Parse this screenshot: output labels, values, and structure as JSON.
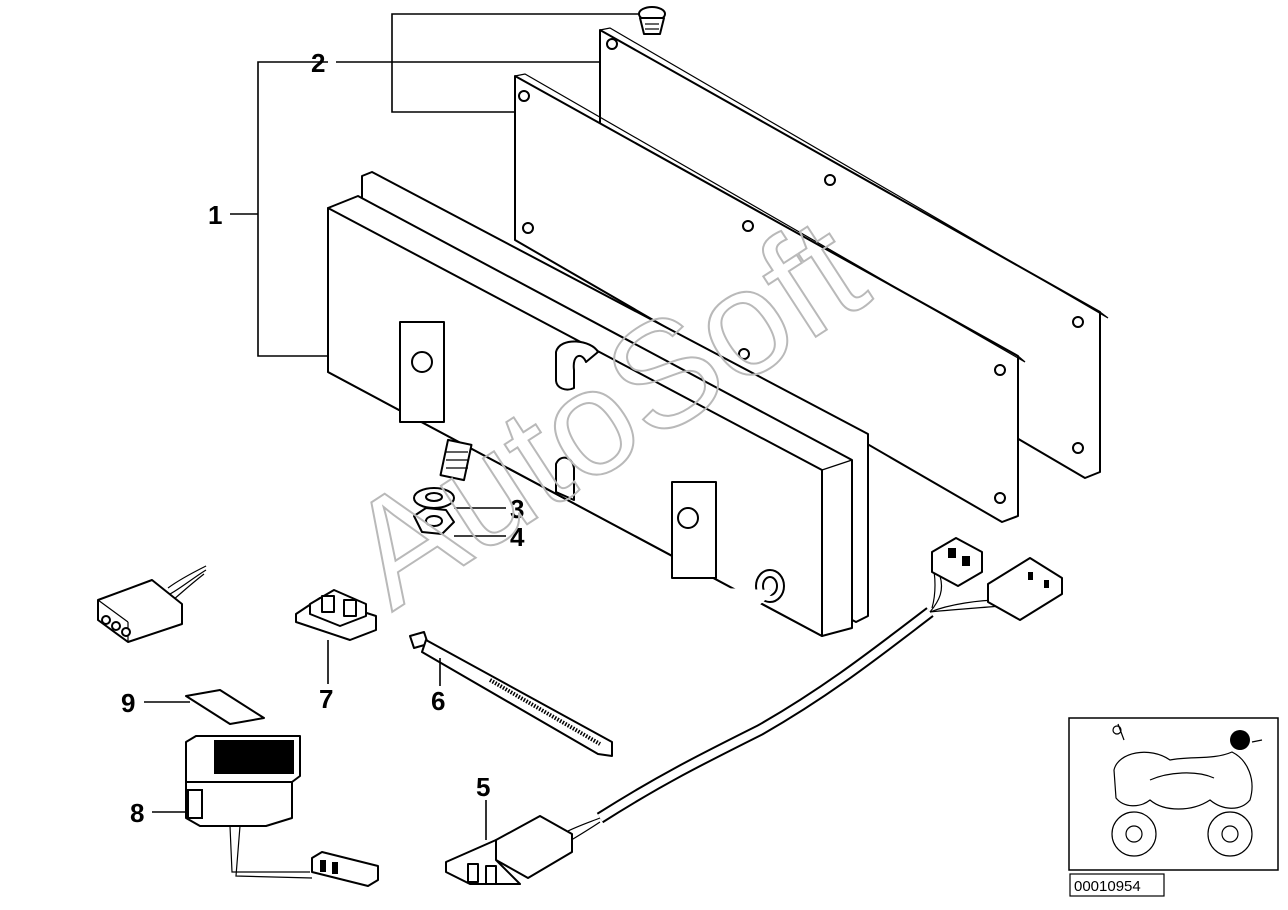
{
  "diagram": {
    "callouts": [
      {
        "id": "1",
        "label": "1"
      },
      {
        "id": "2",
        "label": "2"
      },
      {
        "id": "3",
        "label": "3"
      },
      {
        "id": "4",
        "label": "4"
      },
      {
        "id": "5",
        "label": "5"
      },
      {
        "id": "6",
        "label": "6"
      },
      {
        "id": "7",
        "label": "7"
      },
      {
        "id": "8",
        "label": "8"
      },
      {
        "id": "9",
        "label": "9"
      }
    ],
    "watermark": "AutoSoft",
    "reference_number": "00010954"
  }
}
